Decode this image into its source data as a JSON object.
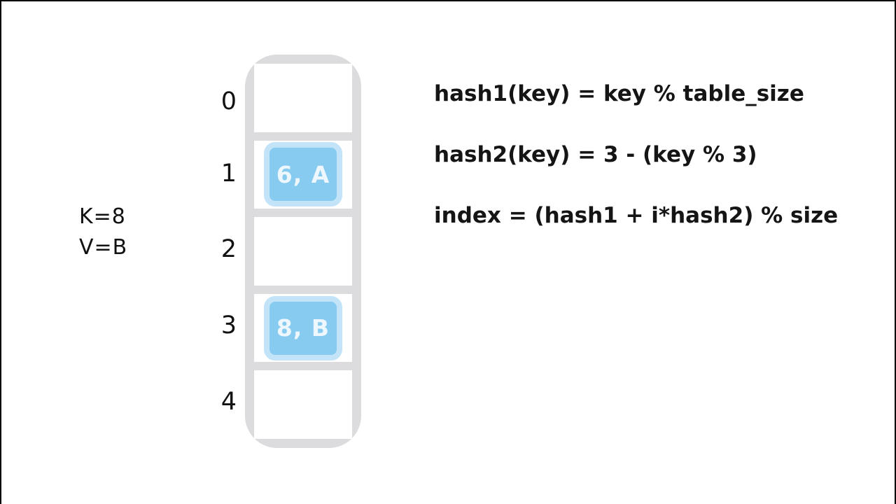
{
  "page": {
    "background_color": "#ffffff",
    "frame_border_color": "#000000"
  },
  "kv_label": {
    "key": "K=8",
    "value": "V=B"
  },
  "hash_table": {
    "slots": [
      {
        "index": "0",
        "entry": null
      },
      {
        "index": "1",
        "entry": "6, A"
      },
      {
        "index": "2",
        "entry": null
      },
      {
        "index": "3",
        "entry": "8, B"
      },
      {
        "index": "4",
        "entry": null
      }
    ],
    "colors": {
      "frame_gray": "#dcdcde",
      "entry_fill": "#87cbf0",
      "entry_glow": "#c3e4f8",
      "entry_text": "#edf7fd"
    }
  },
  "formulas": [
    "hash1(key) = key % table_size",
    "hash2(key) = 3 - (key % 3)",
    "index = (hash1 + i*hash2) % size"
  ]
}
